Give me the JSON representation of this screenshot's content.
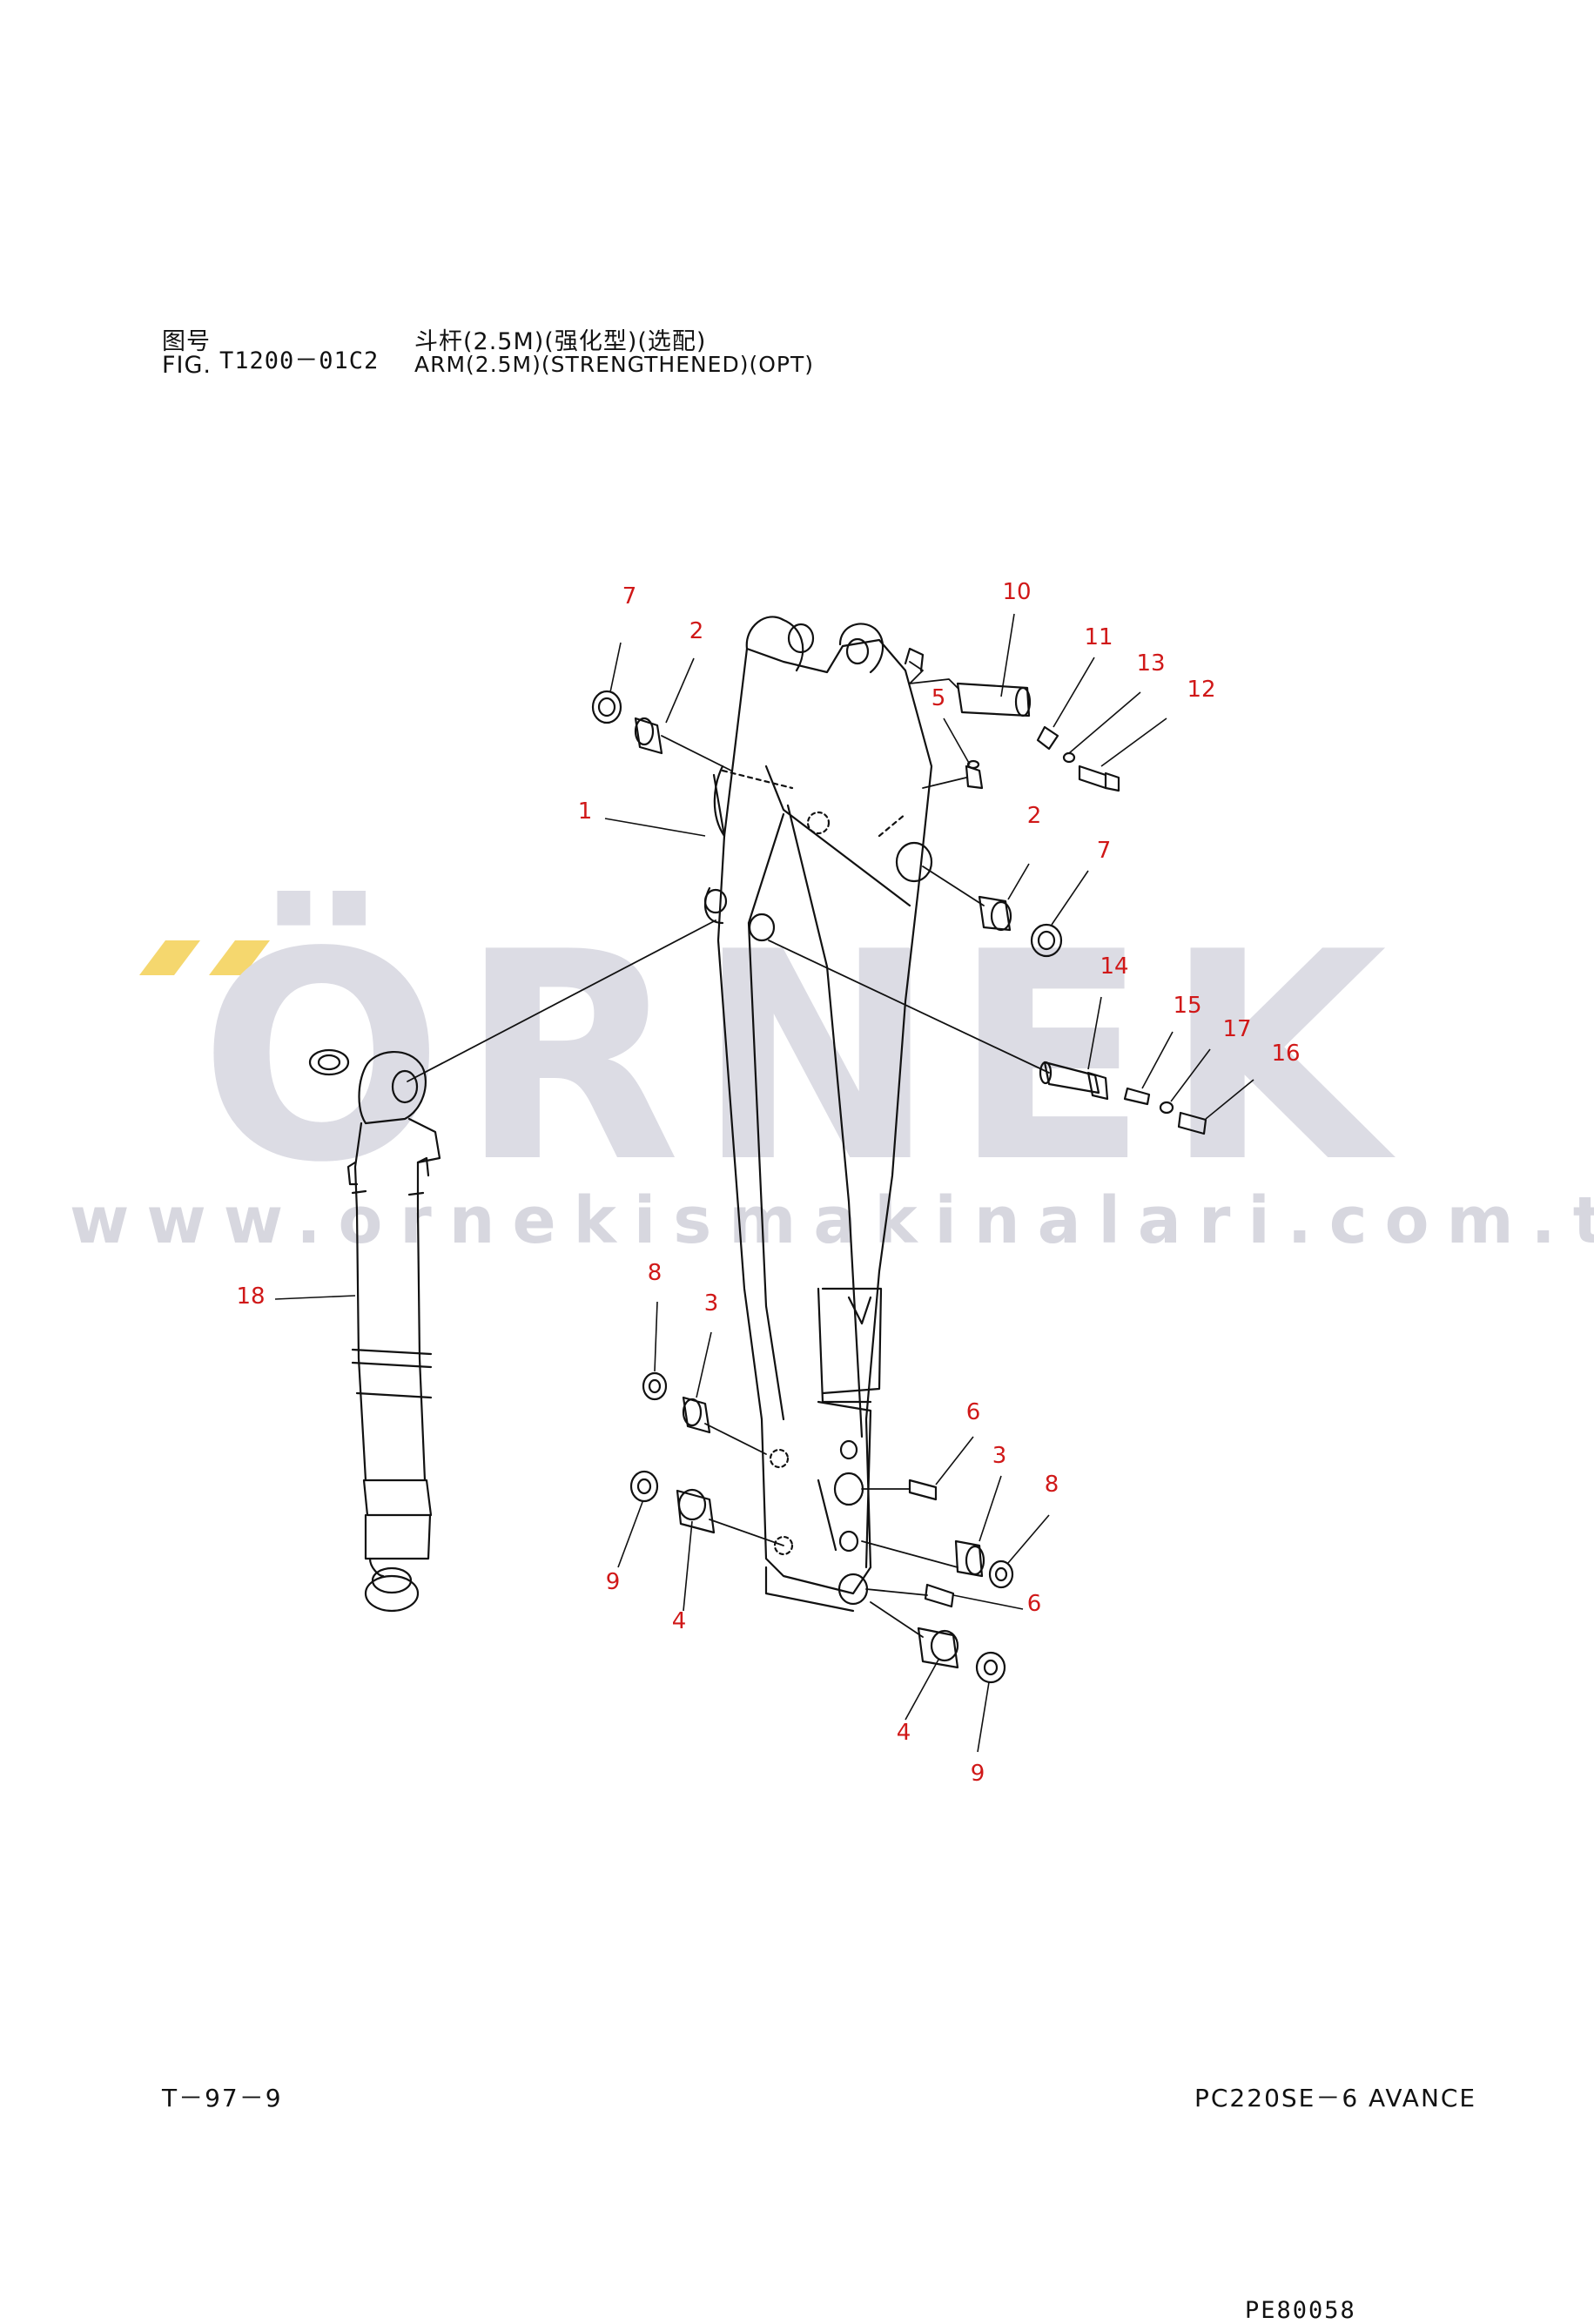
{
  "header": {
    "fig_label_cn": "图号",
    "fig_label_en": "FIG.",
    "fig_number": "T1200－01C2",
    "title_cn": "斗杆(2.5M)(强化型)(选配)",
    "title_en": "ARM(2.5M)(STRENGTHENED)(OPT)"
  },
  "watermark": {
    "brand": "ÖRNEK",
    "url": "www.ornekismakinalari.com.tr",
    "color": "#dcdce4",
    "accent_color": "#f5d76e"
  },
  "diagram": {
    "drawing_code": "PE80058",
    "callout_color": "#d01818",
    "callouts": [
      {
        "id": "c1",
        "label": "1"
      },
      {
        "id": "c2a",
        "label": "2"
      },
      {
        "id": "c2b",
        "label": "2"
      },
      {
        "id": "c3a",
        "label": "3"
      },
      {
        "id": "c3b",
        "label": "3"
      },
      {
        "id": "c4a",
        "label": "4"
      },
      {
        "id": "c4b",
        "label": "4"
      },
      {
        "id": "c5",
        "label": "5"
      },
      {
        "id": "c6a",
        "label": "6"
      },
      {
        "id": "c6b",
        "label": "6"
      },
      {
        "id": "c7a",
        "label": "7"
      },
      {
        "id": "c7b",
        "label": "7"
      },
      {
        "id": "c8a",
        "label": "8"
      },
      {
        "id": "c8b",
        "label": "8"
      },
      {
        "id": "c9a",
        "label": "9"
      },
      {
        "id": "c9b",
        "label": "9"
      },
      {
        "id": "c10",
        "label": "10"
      },
      {
        "id": "c11",
        "label": "11"
      },
      {
        "id": "c12",
        "label": "12"
      },
      {
        "id": "c13",
        "label": "13"
      },
      {
        "id": "c14",
        "label": "14"
      },
      {
        "id": "c15",
        "label": "15"
      },
      {
        "id": "c16",
        "label": "16"
      },
      {
        "id": "c17",
        "label": "17"
      },
      {
        "id": "c18",
        "label": "18"
      }
    ]
  },
  "footer": {
    "page_number": "T－97－9",
    "model": "PC220SE－6 AVANCE"
  }
}
